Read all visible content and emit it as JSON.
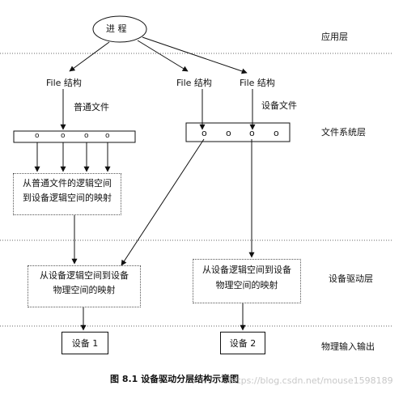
{
  "process": "进 程",
  "layers": {
    "app": "应用层",
    "fs": "文件系统层",
    "driver": "设备驱动层",
    "io": "物理输入输出"
  },
  "file_structs": [
    "File 结构",
    "File 结构",
    "File 结构"
  ],
  "labels": {
    "regular_file": "普通文件",
    "device_file": "设备文件"
  },
  "inode_circle": "o",
  "boxes": {
    "regular_map_line1": "从普通文件的逻辑空间",
    "regular_map_line2": "到设备逻辑空间的映射",
    "dev1_map_line1": "从设备逻辑空间到设备",
    "dev1_map_line2": "物理空间的映射",
    "dev2_map_line1": "从设备逻辑空间到设备",
    "dev2_map_line2": "物理空间的映射"
  },
  "devices": [
    "设备 1",
    "设备 2"
  ],
  "caption": "图 8.1    设备驱动分层结构示意图",
  "watermark": "https://blog.csdn.net/mouse1598189"
}
